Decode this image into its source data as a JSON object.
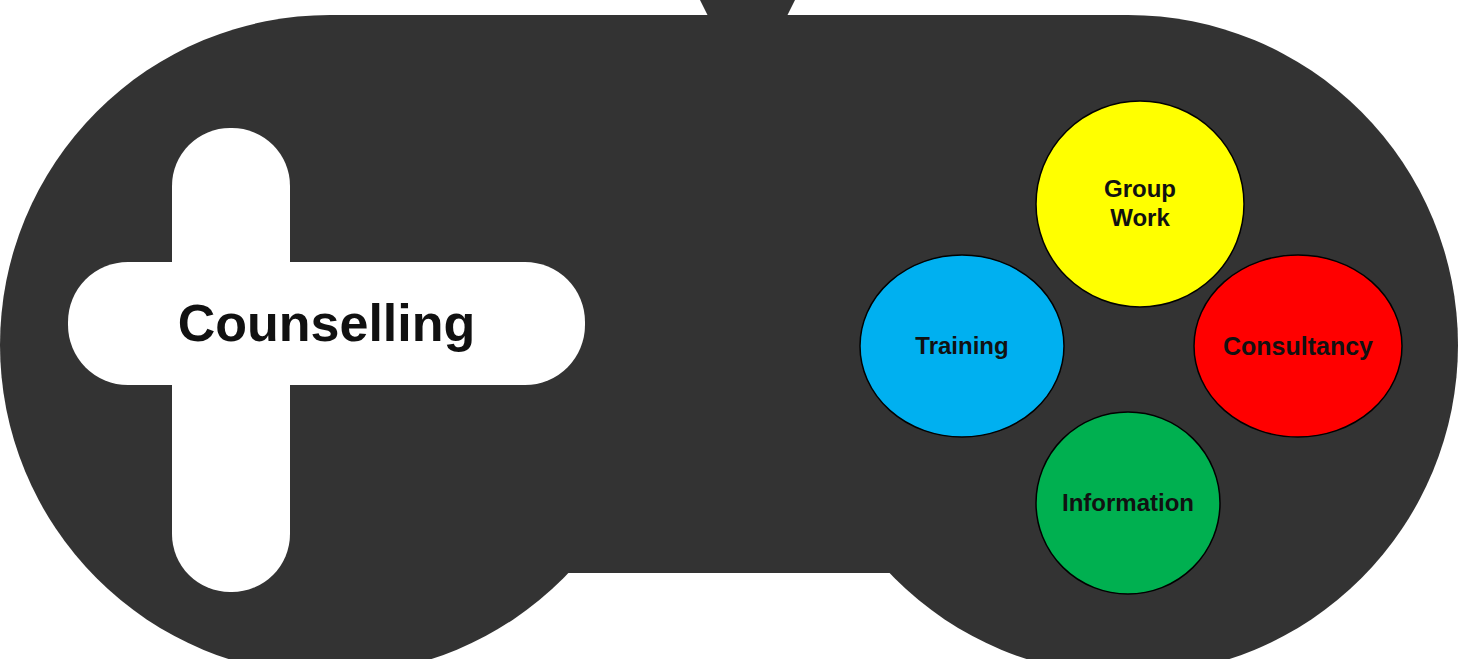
{
  "diagram": {
    "nodes": [
      {
        "text": [
          "Counselling"
        ]
      },
      {
        "text": [
          "Group Work"
        ]
      },
      {
        "text": [
          "Training"
        ]
      },
      {
        "text": [
          "Consultancy"
        ]
      },
      {
        "text": [
          "Information"
        ]
      }
    ]
  }
}
